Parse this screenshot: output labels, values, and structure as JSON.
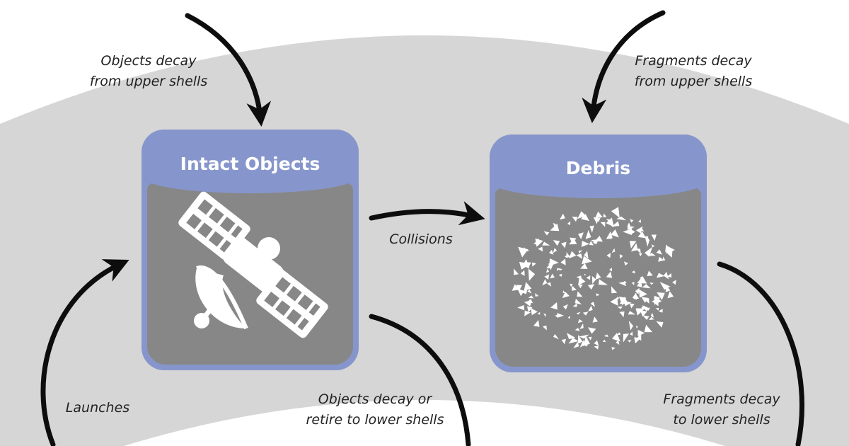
{
  "colors": {
    "background": "#ffffff",
    "shell_band": "#d6d6d6",
    "box_frame": "#8696cc",
    "box_body": "#878787",
    "icon": "#ffffff",
    "arrow": "#0d0d0d",
    "caption_text": "#222222"
  },
  "boxes": {
    "intact": {
      "title": "Intact Objects",
      "icon": "satellite-icon"
    },
    "debris": {
      "title": "Debris",
      "icon": "debris-fragments-icon"
    }
  },
  "captions": {
    "objects_decay_upper": [
      "Objects decay",
      "from upper shells"
    ],
    "fragments_decay_upper": [
      "Fragments decay",
      "from upper shells"
    ],
    "collisions": [
      "Collisions"
    ],
    "launches": [
      "Launches"
    ],
    "objects_decay_lower": [
      "Objects decay or",
      "retire to lower shells"
    ],
    "fragments_decay_lower": [
      "Fragments decay",
      "to lower shells"
    ]
  }
}
